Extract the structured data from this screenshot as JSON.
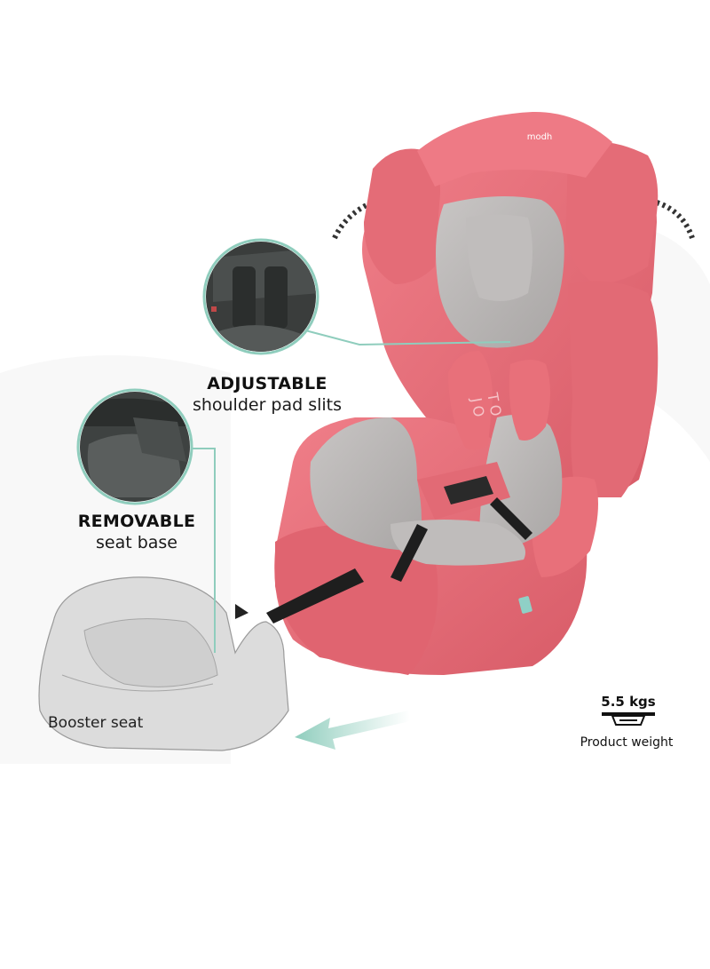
{
  "brand": "modh",
  "seat_text": "TO JO",
  "callouts": {
    "adjustable": {
      "title": "ADJUSTABLE",
      "subtitle": "shoulder pad slits"
    },
    "removable": {
      "title": "REMOVABLE",
      "subtitle": "seat base"
    }
  },
  "booster": {
    "label": "Booster seat"
  },
  "weight": {
    "value": "5.5 kgs",
    "label": "Product weight",
    "icon": "weighing-scale-icon"
  },
  "colors": {
    "seat_pink": "#e8707a",
    "seat_pink_dark": "#c9545f",
    "insert_gray": "#b9b6b5",
    "callout_teal": "#8fcdbd",
    "arrow_teal": "#9fd4c6",
    "booster_gray": "#dcdcdc"
  }
}
